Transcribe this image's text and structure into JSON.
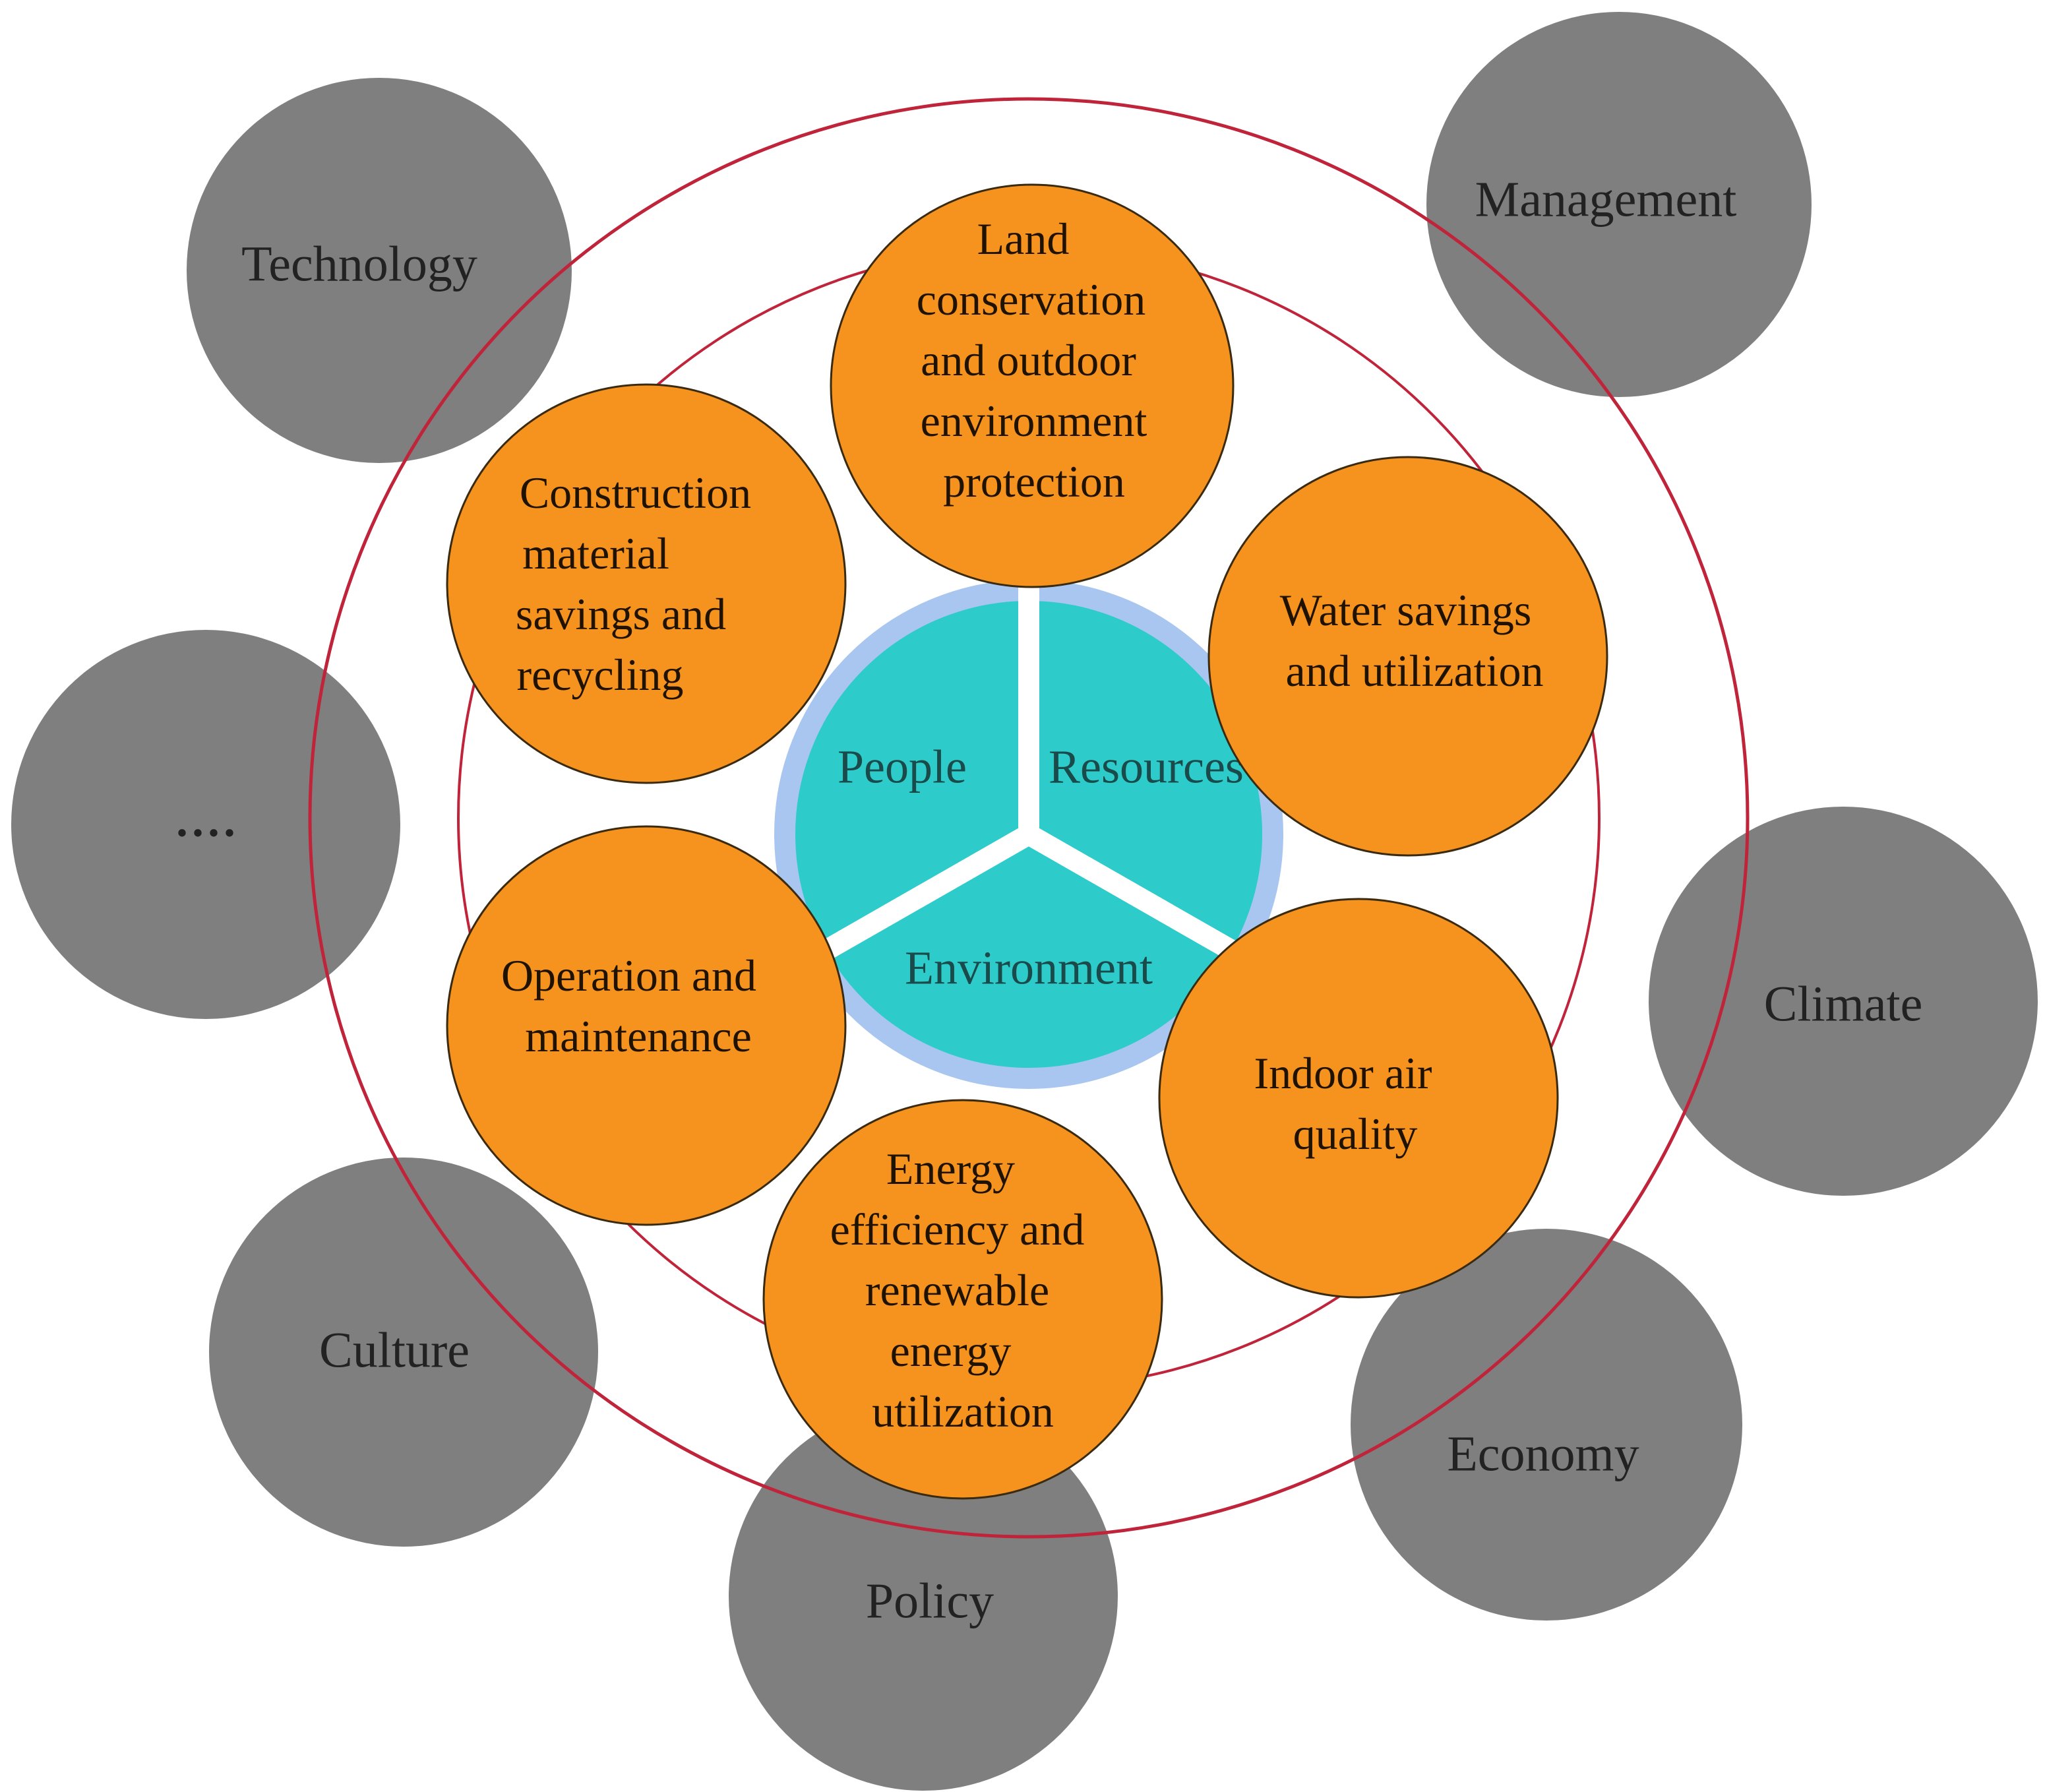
{
  "outer_factors": [
    {
      "id": "technology",
      "label": "Technology"
    },
    {
      "id": "management",
      "label": "Management"
    },
    {
      "id": "ellipsis",
      "label": "...."
    },
    {
      "id": "climate",
      "label": "Climate"
    },
    {
      "id": "culture",
      "label": "Culture"
    },
    {
      "id": "economy",
      "label": "Economy"
    },
    {
      "id": "policy",
      "label": "Policy"
    }
  ],
  "assessment_categories": [
    {
      "id": "land",
      "lines": [
        "Land",
        "conservation",
        "and outdoor",
        "environment",
        "protection"
      ]
    },
    {
      "id": "water",
      "lines": [
        "Water savings",
        "and utilization"
      ]
    },
    {
      "id": "air",
      "lines": [
        "Indoor air",
        "quality"
      ]
    },
    {
      "id": "energy",
      "lines": [
        "Energy",
        "efficiency and",
        "renewable",
        "energy",
        "utilization"
      ]
    },
    {
      "id": "operation",
      "lines": [
        "Operation and",
        "maintenance"
      ]
    },
    {
      "id": "material",
      "lines": [
        "Construction",
        "material",
        "savings and",
        "recycling"
      ]
    }
  ],
  "core": {
    "people": "People",
    "resources": "Resources",
    "environment": "Environment"
  },
  "colors": {
    "gray_circle": "#7f7f7f",
    "orange_circle": "#f5931e",
    "core_fill": "#2ecbcb",
    "core_ring": "#a8c6f0",
    "ring_red": "#c0243a"
  }
}
